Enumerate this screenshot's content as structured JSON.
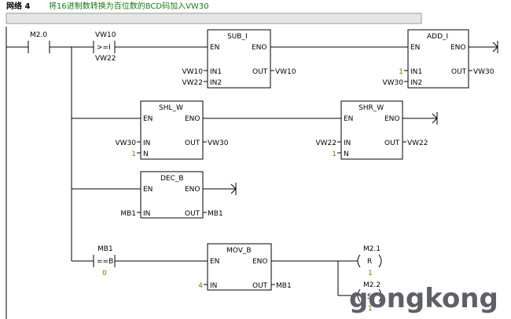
{
  "network": {
    "title": "网络 4",
    "comment": "将16进制数转换为百位数的BCD码加入VW30"
  },
  "contacts": {
    "m2_0": {
      "address": "M2.0"
    },
    "cmp_ge": {
      "address": "VW10",
      "operator": ">=I",
      "operand2": "VW22"
    },
    "cmp_eq": {
      "address": "MB1",
      "operator": "==B",
      "operand2": "0"
    }
  },
  "blocks": {
    "sub_i": {
      "name": "SUB_I",
      "en": "EN",
      "eno": "ENO",
      "in1": "IN1",
      "in2": "IN2",
      "out": "OUT",
      "in1_val": "VW10",
      "in2_val": "VW22",
      "out_val": "VW10"
    },
    "add_i": {
      "name": "ADD_I",
      "en": "EN",
      "eno": "ENO",
      "in1": "IN1",
      "in2": "IN2",
      "out": "OUT",
      "in1_val": "1",
      "in2_val": "VW30",
      "out_val": "VW30"
    },
    "shl_w": {
      "name": "SHL_W",
      "en": "EN",
      "eno": "ENO",
      "in": "IN",
      "n": "N",
      "out": "OUT",
      "in_val": "VW30",
      "n_val": "1",
      "out_val": "VW30"
    },
    "shr_w": {
      "name": "SHR_W",
      "en": "EN",
      "eno": "ENO",
      "in": "IN",
      "n": "N",
      "out": "OUT",
      "in_val": "VW22",
      "n_val": "1",
      "out_val": "VW22"
    },
    "dec_b": {
      "name": "DEC_B",
      "en": "EN",
      "eno": "ENO",
      "in": "IN",
      "out": "OUT",
      "in_val": "MB1",
      "out_val": "MB1"
    },
    "mov_b": {
      "name": "MOV_B",
      "en": "EN",
      "eno": "ENO",
      "in": "IN",
      "out": "OUT",
      "in_val": "4",
      "out_val": "MB1"
    }
  },
  "coils": {
    "m2_1": {
      "address": "M2.1",
      "type": "R",
      "count": "1"
    },
    "m2_2": {
      "address": "M2.2",
      "type": "S",
      "count": "1"
    }
  },
  "watermark": "gongkong",
  "colors": {
    "comment": "#157a15",
    "constant": "#8a6a00",
    "comment_bar": "#e6e6e6"
  }
}
